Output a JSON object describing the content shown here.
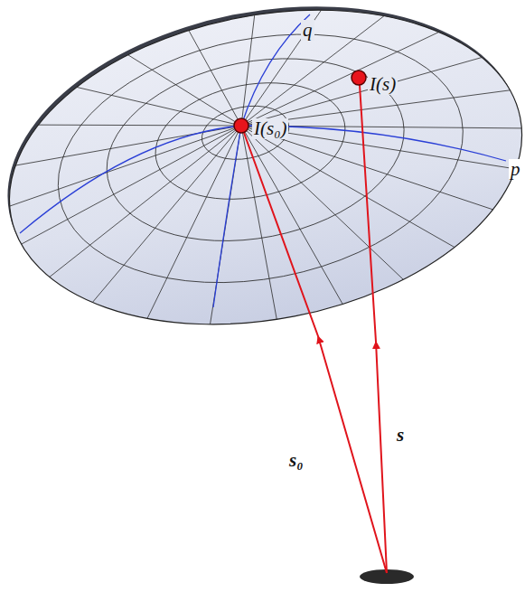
{
  "diagram": {
    "labels": [
      "q",
      "I(s)",
      "I(s₀)",
      "p",
      "s₀",
      "s"
    ]
  }
}
